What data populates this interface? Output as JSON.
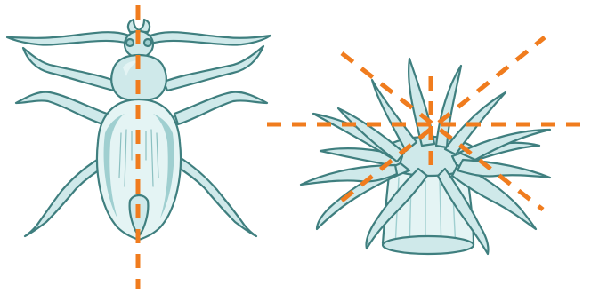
{
  "colors": {
    "background": "#ffffff",
    "outline": "#3f7f7f",
    "body_fill": "#cfe9ea",
    "body_fill_light": "#e4f4f4",
    "shade": "#9fcfd0",
    "symmetry_line": "#f07c1e"
  },
  "figures": [
    {
      "name": "beetle",
      "symmetry": "bilateral",
      "symmetry_planes": 1
    },
    {
      "name": "sea-anemone",
      "symmetry": "radial",
      "symmetry_planes": 4
    }
  ]
}
